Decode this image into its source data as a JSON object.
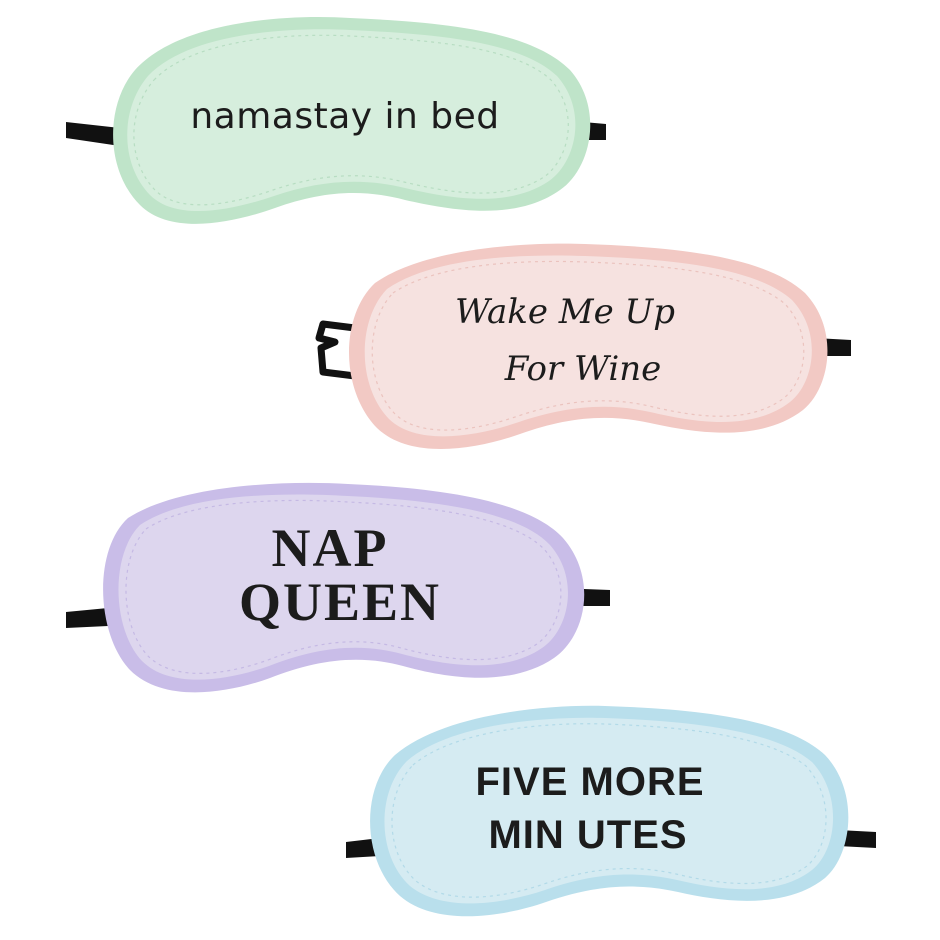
{
  "masks": [
    {
      "lines": [
        "namastay in bed"
      ],
      "fabric": "#d6eedd",
      "trim": "#bfe4c9",
      "shade": "#c8e6d0"
    },
    {
      "lines": [
        "Wake Me Up",
        "For Wine"
      ],
      "fabric": "#f6e2e0",
      "trim": "#f2c9c4",
      "shade": "#ecd2cf"
    },
    {
      "lines": [
        "NAP",
        "QUEEN"
      ],
      "fabric": "#ddd6ee",
      "trim": "#c9bde8",
      "shade": "#d0c7e6"
    },
    {
      "lines": [
        "FIVE MORE",
        "MIN UTES"
      ],
      "fabric": "#d5ebf2",
      "trim": "#b9dfec",
      "shade": "#c6e3ec"
    }
  ],
  "strap_color": "#111111",
  "background": "#ffffff"
}
